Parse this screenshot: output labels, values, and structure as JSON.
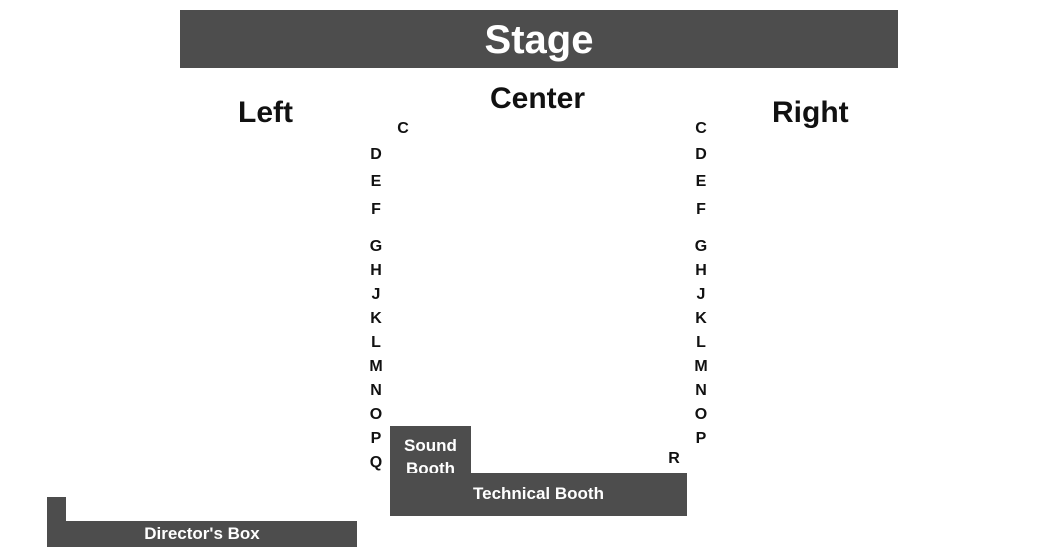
{
  "stage": {
    "label": "Stage"
  },
  "sections": {
    "left": "Left",
    "center": "Center",
    "right": "Right"
  },
  "left_rows": [
    "C",
    "D",
    "E",
    "F",
    "G",
    "H",
    "J",
    "K",
    "L",
    "M",
    "N",
    "O",
    "P",
    "Q"
  ],
  "right_rows": [
    "C",
    "D",
    "E",
    "F",
    "G",
    "H",
    "J",
    "K",
    "L",
    "M",
    "N",
    "O",
    "P"
  ],
  "extra_rows": {
    "r": "R"
  },
  "booths": {
    "sound_line1": "Sound",
    "sound_line2": "Booth",
    "technical": "Technical Booth",
    "director": "Director's Box"
  },
  "colors": {
    "block_fill": "#4d4d4d",
    "block_text": "#ffffff",
    "label_text": "#111111"
  }
}
